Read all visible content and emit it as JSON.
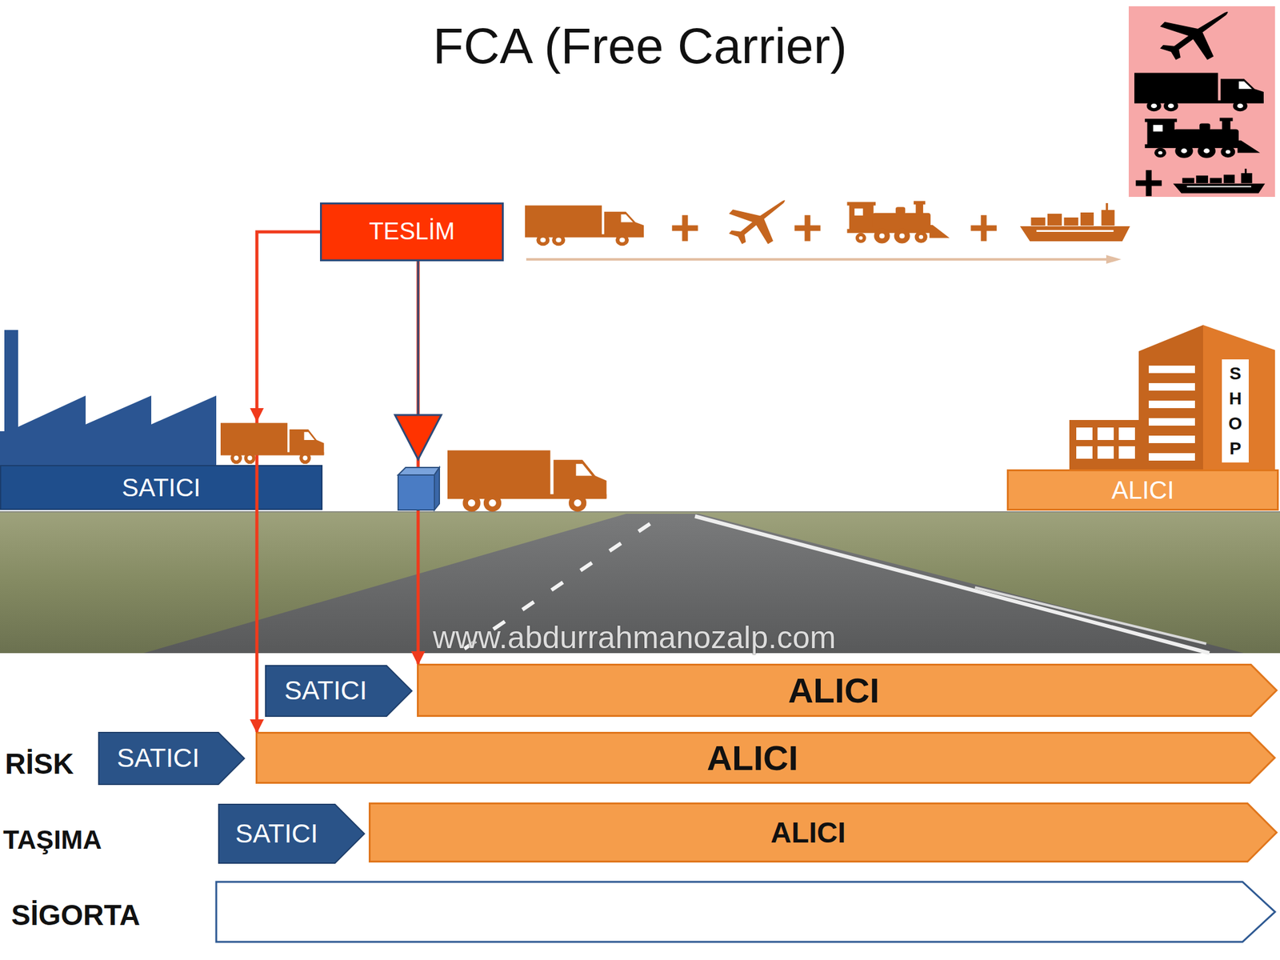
{
  "diagram": {
    "title": "FCA (Free Carrier)",
    "nodes": [
      {
        "text": [
          "TESLİM"
        ]
      },
      {
        "text": [
          "SATICI"
        ]
      },
      {
        "text": [
          "ALICI"
        ]
      },
      {
        "text": [
          "SATICI"
        ]
      },
      {
        "text": [
          "ALICI"
        ]
      },
      {
        "text": [
          "SATICI"
        ]
      },
      {
        "text": [
          "ALICI"
        ]
      },
      {
        "text": [
          "SATICI"
        ]
      },
      {
        "text": [
          "ALICI"
        ]
      }
    ],
    "edges": [
      {
        "from": 0,
        "to": 6,
        "arrow": "to"
      },
      {
        "from": 0,
        "to": 4,
        "arrow": "to"
      }
    ],
    "labels": [
      "S H O P",
      "www.abdurrahmanozalp.com",
      "RİSK",
      "TAŞIMA",
      "SİGORTA"
    ]
  }
}
